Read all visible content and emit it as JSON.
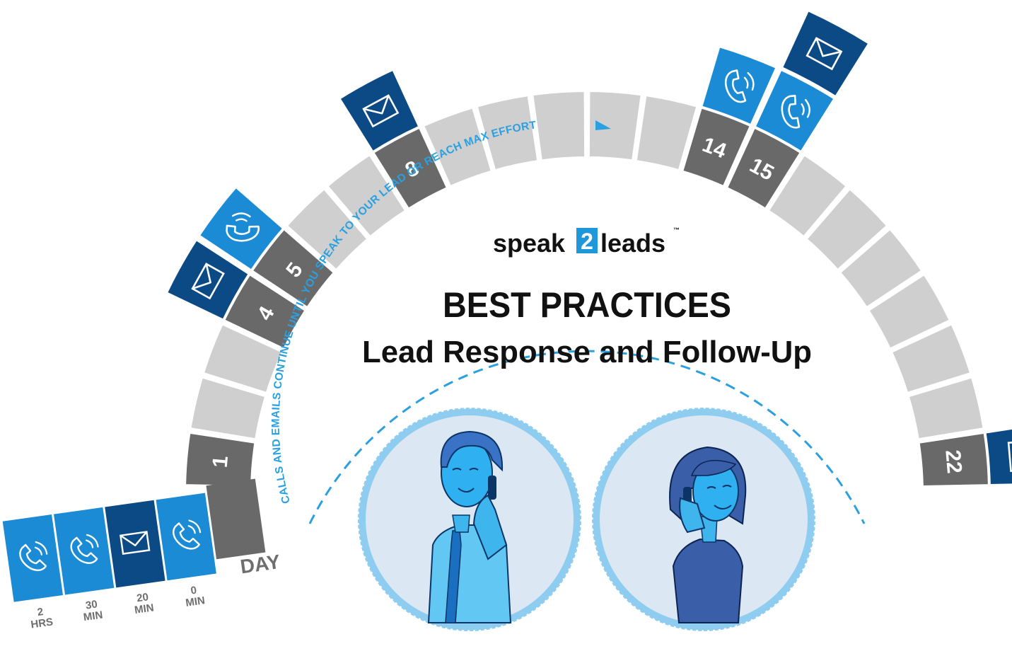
{
  "logo": {
    "left": "speak",
    "middle": "2",
    "right": "leads",
    "tm": "™"
  },
  "heading": {
    "title": "BEST PRACTICES",
    "subtitle": "Lead Response and Follow-Up"
  },
  "arc_note": "CALLS AND EMAILS CONTINUE UNTIL YOU SPEAK TO YOUR LEAD OR REACH MAX EFFORT",
  "day_label": "DAY",
  "days": {
    "d1": "1",
    "d4": "4",
    "d5": "5",
    "d8": "8",
    "d14": "14",
    "d15": "15",
    "d22": "22"
  },
  "first_day": {
    "times": [
      {
        "line1": "0",
        "line2": "MIN"
      },
      {
        "line1": "20",
        "line2": "MIN"
      },
      {
        "line1": "30",
        "line2": "MIN"
      },
      {
        "line1": "2",
        "line2": "HRS"
      }
    ],
    "actions": [
      "phone-icon",
      "email-icon",
      "phone-icon",
      "phone-icon"
    ]
  },
  "touchpoints": {
    "day4": "email-icon",
    "day5": "phone-icon",
    "day8": "email-icon",
    "day14": "phone-icon",
    "day15": [
      "phone-icon",
      "email-icon"
    ],
    "day22": "email-icon"
  },
  "colors": {
    "day_gray": "#696969",
    "empty_gray": "#cfcfd0",
    "phone_blue": "#1a8bd4",
    "email_navy": "#0c4a86",
    "accent_blue": "#2aa0e0",
    "circle_fill": "#dbe7f2",
    "circle_ring": "#8ecdf0"
  }
}
